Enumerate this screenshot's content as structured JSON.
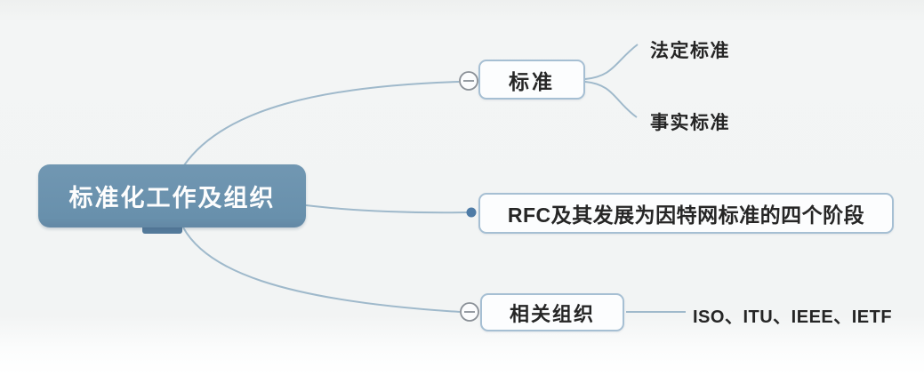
{
  "mindmap": {
    "root": {
      "label": "标准化工作及组织"
    },
    "branch_standard": {
      "label": "标准",
      "children": {
        "legal": "法定标准",
        "defacto": "事实标准"
      }
    },
    "branch_rfc": {
      "label": "RFC及其发展为因特网标准的四个阶段"
    },
    "branch_org": {
      "label": "相关组织",
      "children": {
        "orgs": "ISO、ITU、IEEE、IETF"
      }
    },
    "icons": {
      "collapse_standard": "minus-circle-icon",
      "collapse_org": "minus-circle-icon",
      "rfc_anchor": "connection-dot"
    },
    "colors": {
      "root_fill": "#6b92ae",
      "root_text": "#fdfdfd",
      "node_fill": "#fcfdfe",
      "node_border": "#a6bfd3",
      "node_text": "#262626",
      "connector": "#9fb9cb",
      "collapse_stroke": "#8a9097",
      "dot_fill": "#4e7ba6",
      "background": "#f2f4f4"
    }
  }
}
